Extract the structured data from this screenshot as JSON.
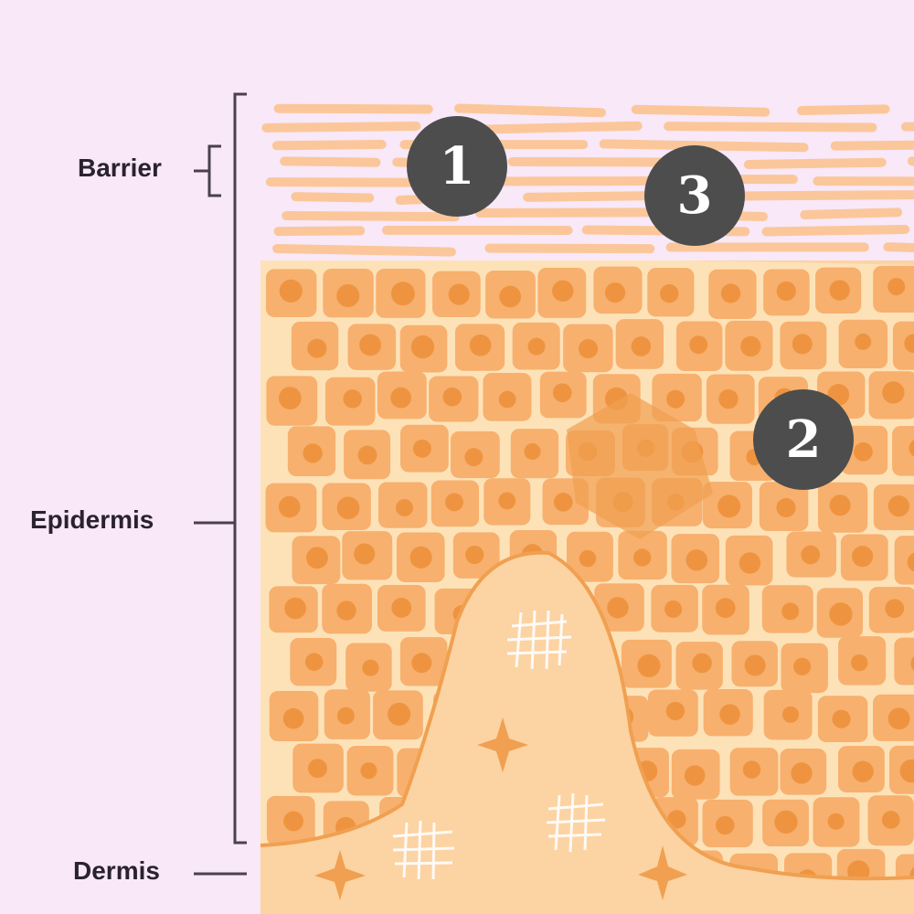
{
  "labels": {
    "barrier": "Barrier",
    "epidermis": "Epidermis",
    "dermis": "Dermis"
  },
  "markers": [
    "1",
    "2",
    "3"
  ],
  "colors": {
    "background": "#f8e8f8",
    "strands": "#fbc79a",
    "cell": "#f7b06e",
    "cell_border": "#fde2b8",
    "nucleus": "#ee9440",
    "dermis": "#fcd3a3",
    "bracket": "#4a4050",
    "badge": "#4d4d4d"
  }
}
